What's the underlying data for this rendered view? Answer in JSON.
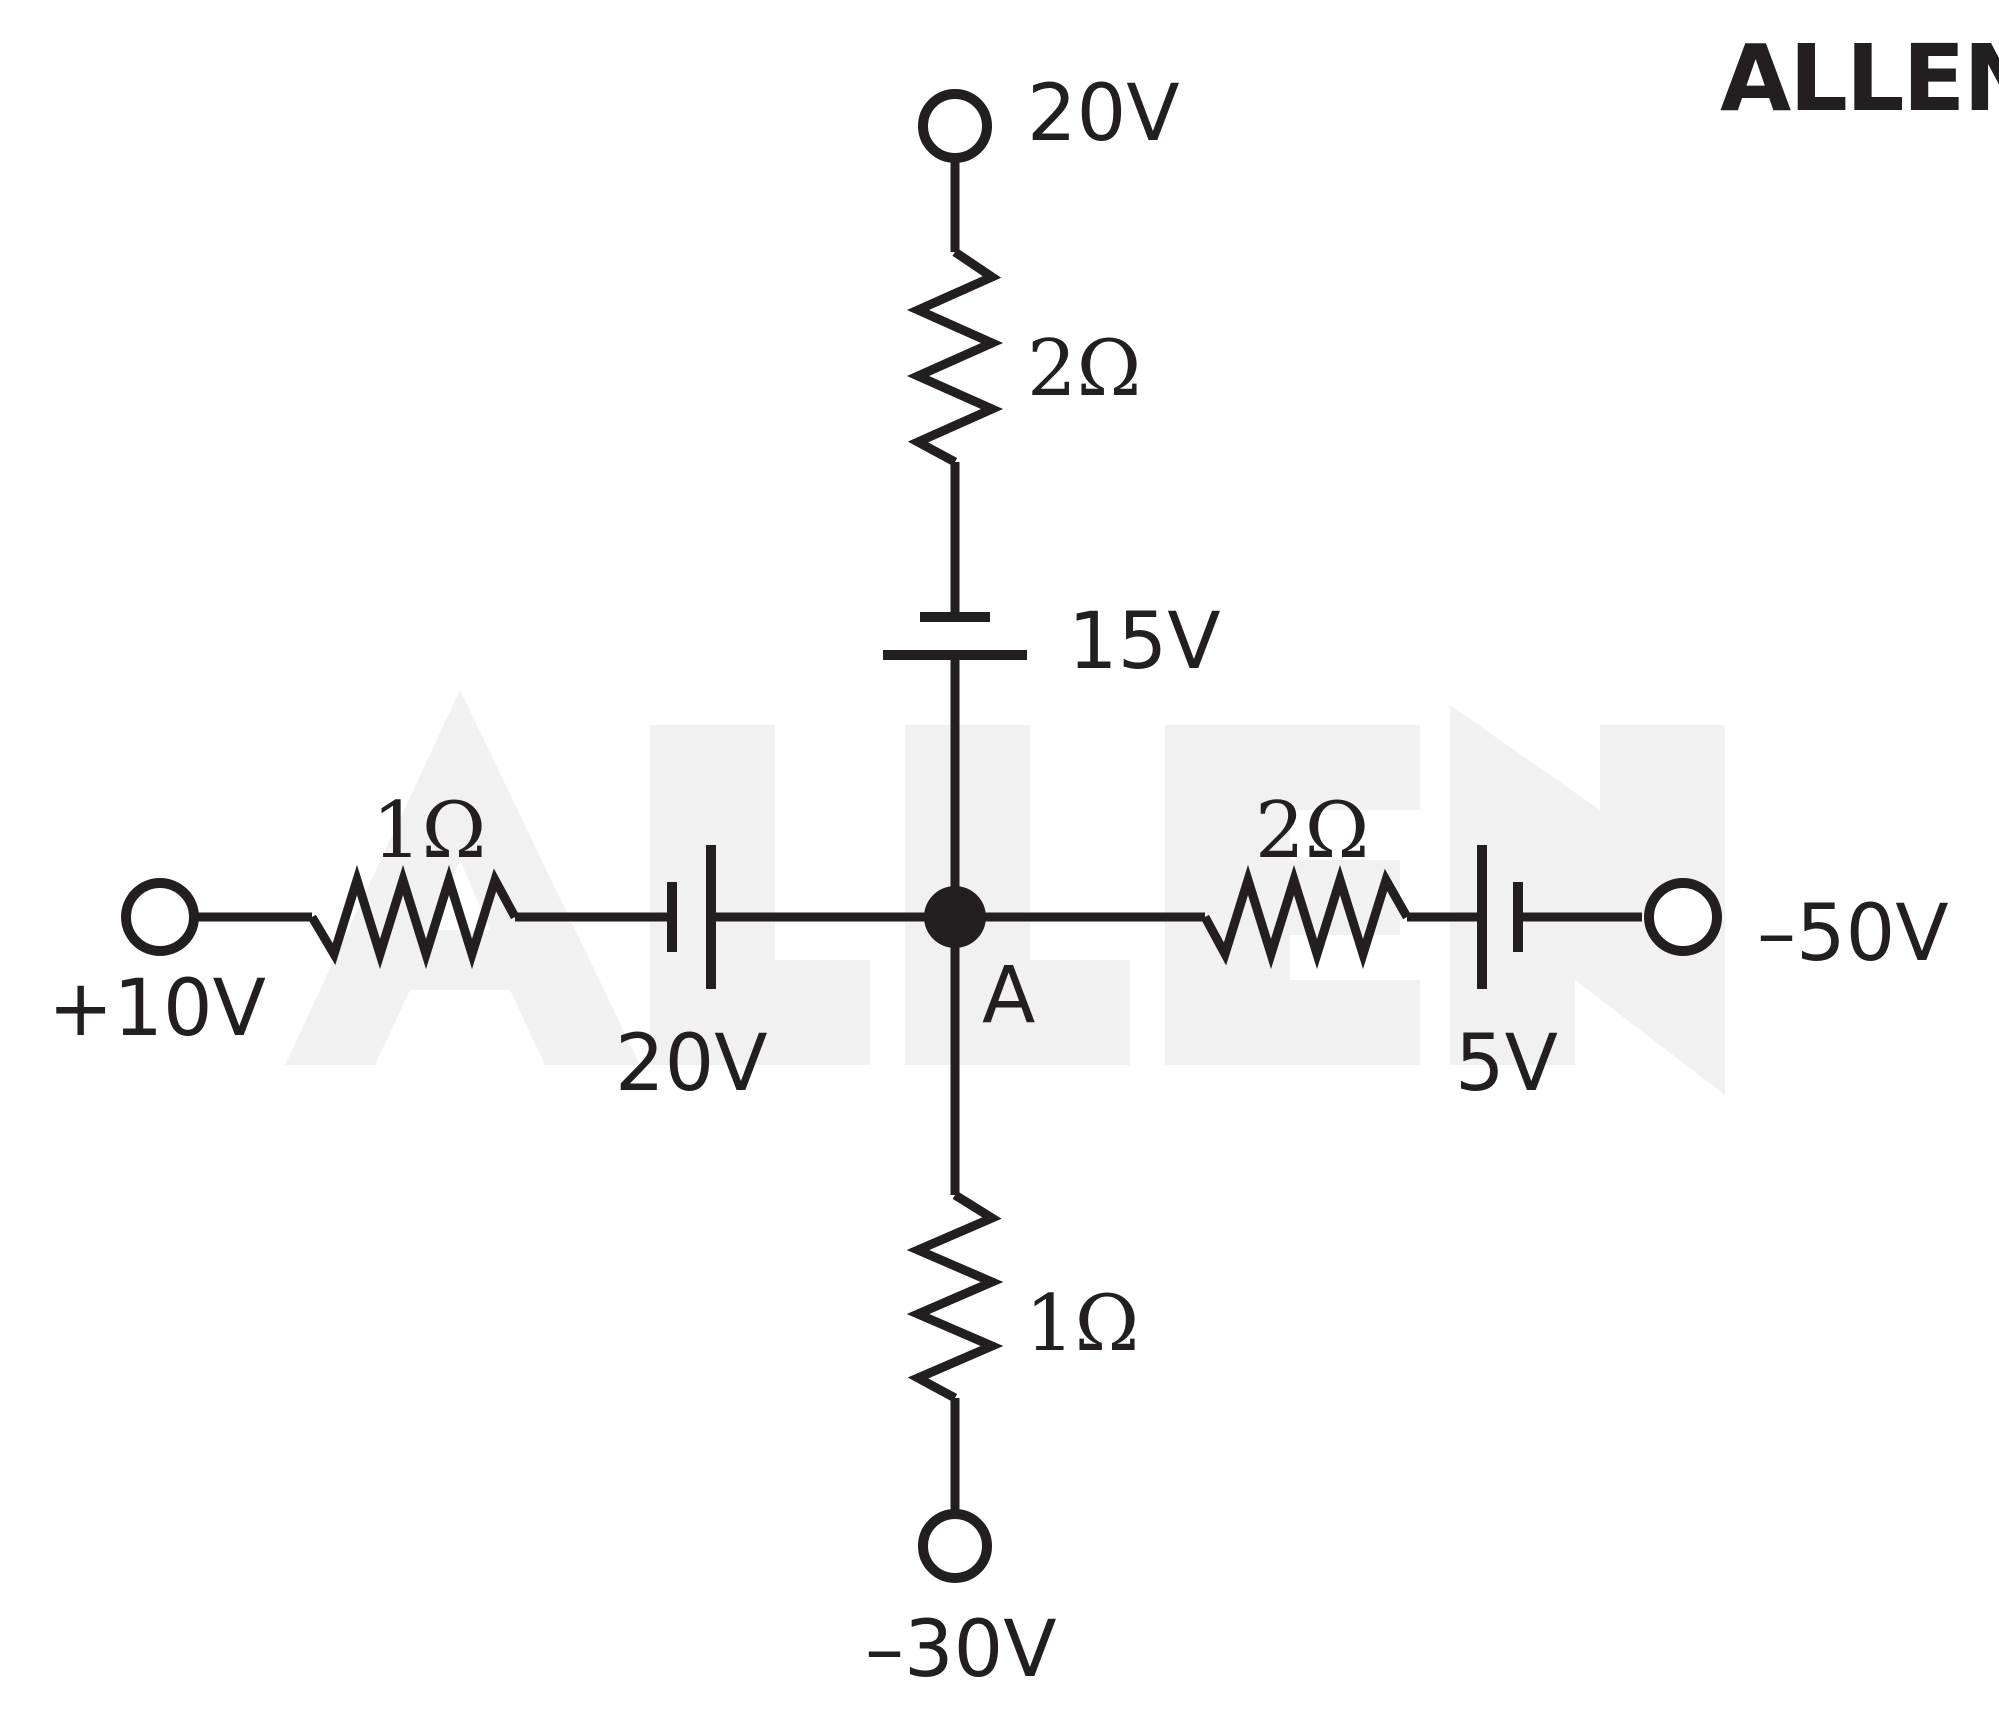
{
  "brand": {
    "logo_text": "ALLEN",
    "watermark_text": "ALLEN"
  },
  "diagram": {
    "node_label": "A",
    "top_terminal": "20V",
    "top_resistor": "2Ω",
    "top_battery": "15V",
    "left_terminal": "+10V",
    "left_resistor": "1Ω",
    "left_battery": "20V",
    "right_terminal": "–50V",
    "right_resistor": "2Ω",
    "right_battery": "5V",
    "bottom_terminal": "–30V",
    "bottom_resistor": "1Ω"
  }
}
